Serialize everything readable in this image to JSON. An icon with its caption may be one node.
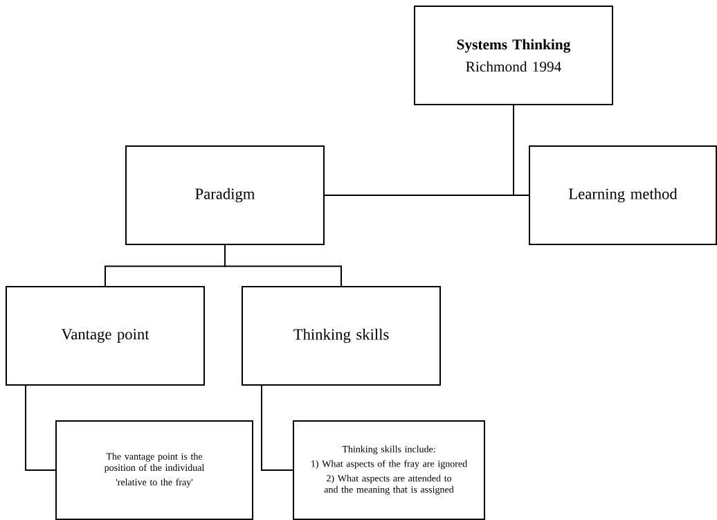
{
  "diagram": {
    "nodes": [
      {
        "text": [
          "Systems Thinking",
          "Richmond 1994"
        ]
      },
      {
        "text": [
          "Paradigm"
        ]
      },
      {
        "text": [
          "Learning method"
        ]
      },
      {
        "text": [
          "Vantage point"
        ]
      },
      {
        "text": [
          "Thinking skills"
        ]
      },
      {
        "text": [
          "The vantage point is the position of the individual",
          "'relative to the fray'"
        ]
      },
      {
        "text": [
          "Thinking skills include:",
          "1) What aspects of the fray are ignored",
          "2) What aspects are attended to and the meaning that is assigned"
        ]
      }
    ],
    "edges": [
      {
        "from": 0,
        "to": 1,
        "arrow": "none"
      },
      {
        "from": 0,
        "to": 2,
        "arrow": "none"
      },
      {
        "from": 1,
        "to": 3,
        "arrow": "none"
      },
      {
        "from": 1,
        "to": 4,
        "arrow": "none"
      },
      {
        "from": 3,
        "to": 5,
        "arrow": "none"
      },
      {
        "from": 4,
        "to": 6,
        "arrow": "none"
      }
    ]
  }
}
